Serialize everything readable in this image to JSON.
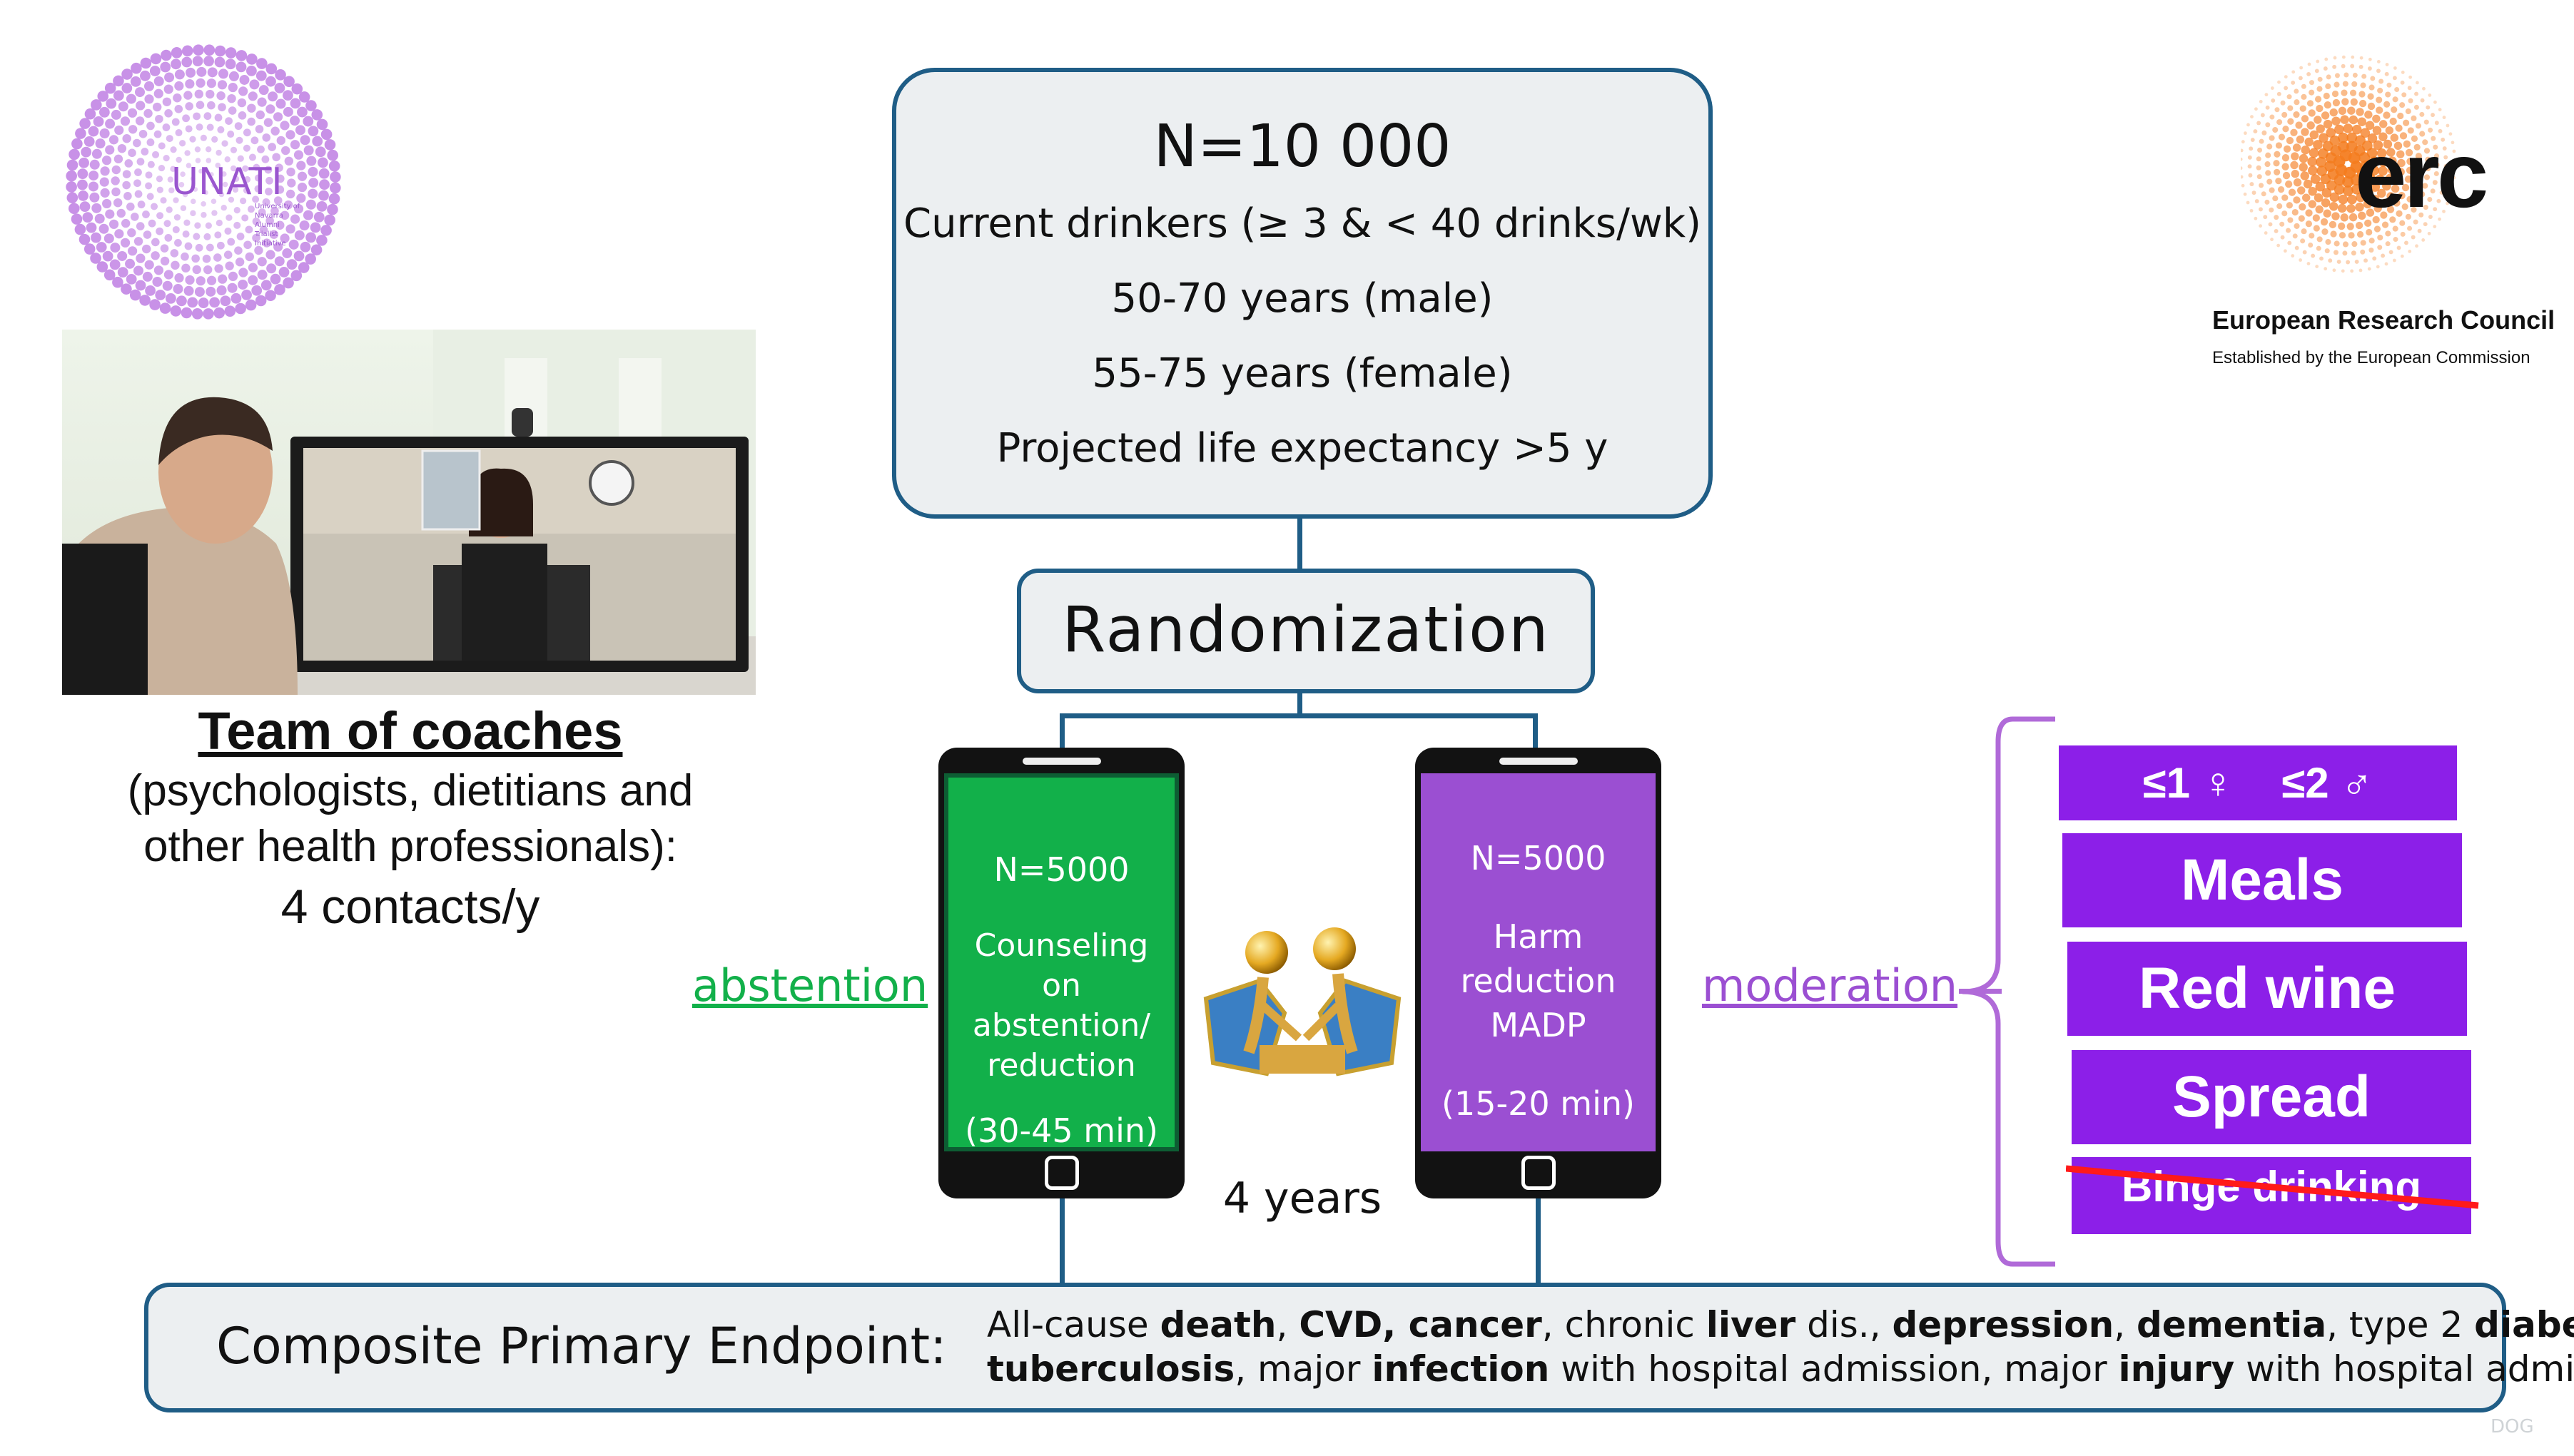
{
  "population_box": {
    "title": "N=10 000",
    "lines": [
      "Current drinkers (≥ 3 & < 40 drinks/wk)",
      "50-70 years (male)",
      "55-75 years (female)",
      "Projected life expectancy >5 y"
    ]
  },
  "randomization_label": "Randomization",
  "left_arm": {
    "n": "N=5000",
    "lines": [
      "Counseling",
      "on",
      "abstention/",
      "reduction"
    ],
    "duration": "(30-45 min)",
    "side_label": "abstention",
    "color": "#12b04a"
  },
  "right_arm": {
    "n": "N=5000",
    "lines": [
      "Harm",
      "reduction",
      "MADP"
    ],
    "duration": "(15-20 min)",
    "side_label": "moderation",
    "color": "#9b4fd2"
  },
  "duration_label": "4 years",
  "coaches": {
    "title": "Team of coaches",
    "lines": [
      "(psychologists, dietitians and",
      "other health professionals):"
    ],
    "contacts": "4 contacts/y"
  },
  "moderation_rules": {
    "limits": "≤1 ♀    ≤2 ♂",
    "items": [
      "Meals",
      "Red wine",
      "Spread"
    ],
    "struck_item": "Binge drinking",
    "color": "#8c1fe8"
  },
  "endpoint": {
    "label": "Composite Primary Endpoint:",
    "line1": [
      {
        "t": "All-cause ",
        "b": false
      },
      {
        "t": "death",
        "b": true
      },
      {
        "t": ", ",
        "b": false
      },
      {
        "t": "CVD, cancer",
        "b": true
      },
      {
        "t": ", chronic ",
        "b": false
      },
      {
        "t": "liver",
        "b": true
      },
      {
        "t": " dis., ",
        "b": false
      },
      {
        "t": "depression",
        "b": true
      },
      {
        "t": ", ",
        "b": false
      },
      {
        "t": "dementia",
        "b": true
      },
      {
        "t": ", type 2 ",
        "b": false
      },
      {
        "t": "diabetes",
        "b": true
      },
      {
        "t": ",",
        "b": false
      }
    ],
    "line2": [
      {
        "t": "tuberculosis",
        "b": true
      },
      {
        "t": ", major ",
        "b": false
      },
      {
        "t": "infection",
        "b": true
      },
      {
        "t": " with hospital admission, major ",
        "b": false
      },
      {
        "t": "injury",
        "b": true
      },
      {
        "t": " with hospital admission",
        "b": false
      }
    ]
  },
  "logos": {
    "unati": {
      "name": "UNATI",
      "subtitle": [
        "University of",
        "Navarra",
        "Alumni",
        "Trialist",
        "Initiative"
      ]
    },
    "erc": {
      "mark": "erc",
      "name": "European Research Council",
      "tagline": "Established by the European Commission"
    }
  },
  "footer_mark": "DOG",
  "colors": {
    "border": "#1f5d86",
    "box_fill": "#eceff1",
    "abstention": "#12b04a",
    "moderation": "#9b4fd2"
  }
}
